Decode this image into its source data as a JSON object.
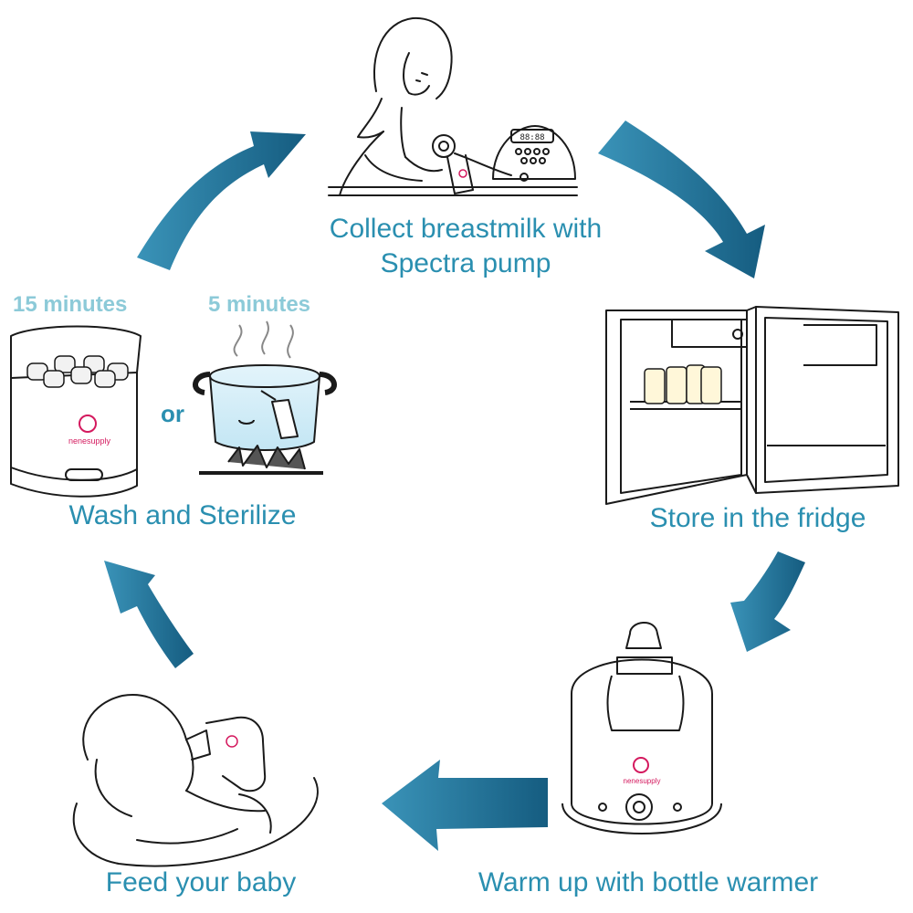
{
  "steps": {
    "collect": {
      "line1": "Collect breastmilk with",
      "line2": "Spectra pump"
    },
    "store": "Store in the fridge",
    "warm": "Warm up with bottle warmer",
    "feed": "Feed your baby",
    "wash": "Wash and Sterilize"
  },
  "wash_options": {
    "sterilizer_time": "15 minutes",
    "separator": "or",
    "boil_time": "5 minutes"
  },
  "brand": {
    "logo_text": "nenesupply"
  },
  "pump_display": "88:88",
  "colors": {
    "arrow_light": "#3a93b8",
    "arrow_dark": "#155c80",
    "label": "#2a8fb0",
    "time": "#8ccad8",
    "brand": "#d4195e",
    "line": "#1a1a1a"
  }
}
